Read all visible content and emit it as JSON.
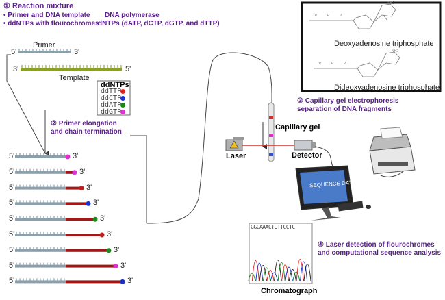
{
  "step1": {
    "number": "①",
    "title": "Reaction mixture",
    "line1a": "• Primer and DNA template",
    "line1b": "DNA polymerase",
    "line2a": "• ddNTPs with flourochromes",
    "line2b": "dNTPs (dATP, dCTP, dGTP, and dTTP)"
  },
  "strands": {
    "primer_label": "Primer",
    "template_label": "Template",
    "five": "5'",
    "three": "3'"
  },
  "ddntps": {
    "title": "ddNTPs",
    "items": [
      "ddTTP",
      "ddCTP",
      "ddATP",
      "ddGTP"
    ],
    "colors": [
      "#e02020",
      "#1a2fd0",
      "#1a8a1a",
      "#e030d0"
    ]
  },
  "step2": {
    "number": "②",
    "line1": "Primer elongation",
    "line2": "and chain termination"
  },
  "fragments": {
    "five": "5'",
    "three": "3'",
    "dot_colors": [
      "#e030d0",
      "#e030d0",
      "#c02020",
      "#1a2fd0",
      "#1a8a1a",
      "#c02020",
      "#1a8a1a",
      "#e030d0",
      "#1a2fd0"
    ]
  },
  "step3": {
    "number": "③",
    "line1": "Capillary gel electrophoresis",
    "line2": "separation of DNA fragments"
  },
  "capillary_label": "Capillary gel",
  "laser_label": "Laser",
  "detector_label": "Detector",
  "molecules": {
    "top": "Deoxyadenosine triphosphate",
    "bottom": "Dideoxyadenosine triphosphate"
  },
  "step4": {
    "number": "④",
    "line1": "Laser detection of flourochromes",
    "line2": "and computational sequence analysis"
  },
  "chromatograph": {
    "label": "Chromatograph",
    "sequence": "GGCAAACTGTTCCTC"
  },
  "monitor_text": "SEQUENCE DATA",
  "colors": {
    "heading": "#5a1f8c",
    "backbone": "#8ca0ac",
    "extension": "#a01818",
    "template": "#8aa020"
  }
}
